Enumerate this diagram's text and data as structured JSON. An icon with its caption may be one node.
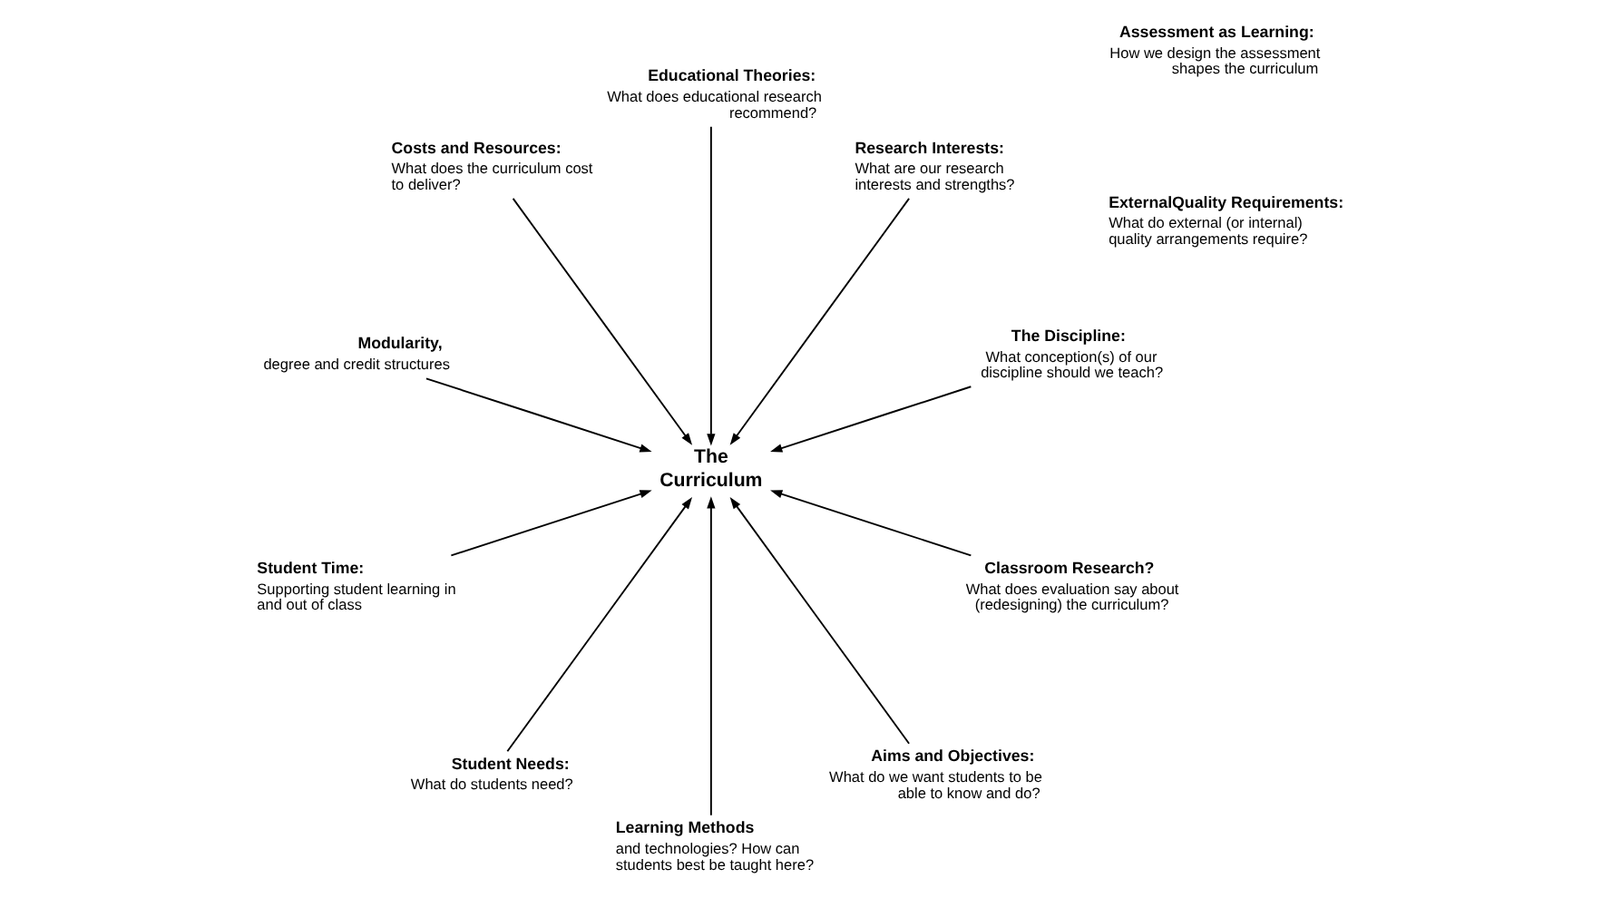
{
  "diagram": {
    "nodes": [
      {
        "text": [
          "The Discipline:",
          "What conception(s) of our discipline should we teach?"
        ]
      },
      {
        "text": [
          "Research Interests:",
          "What are our research interests and strengths?"
        ]
      },
      {
        "text": [
          "Educational Theories:",
          "What does educational research recommend?"
        ]
      },
      {
        "text": [
          "Costs and Resources:",
          "What does the curriculum cost to deliver?"
        ]
      },
      {
        "text": [
          "Modularity,",
          "degree and credit structures"
        ]
      },
      {
        "text": [
          "The Curriculum"
        ]
      },
      {
        "text": [
          "Student Time:",
          "Supporting student learning in and out of class"
        ]
      },
      {
        "text": [
          "Student Needs:",
          "What do students need?"
        ]
      },
      {
        "text": [
          "Learning Methods",
          "and technologies? How can students best be taught here?"
        ]
      },
      {
        "text": [
          "Aims and Objectives:",
          "What do we want students to be able to know and do?"
        ]
      },
      {
        "text": [
          "ExternalQuality Requirements:",
          "What do external (or internal) quality arrangements require?"
        ]
      },
      {
        "text": [
          "Assessment as Learning:",
          "How we design the assessment shapes the curriculum"
        ]
      },
      {
        "text": [
          "Classroom Research?",
          "What does evaluation say about (redesigning) the curriculum?"
        ]
      }
    ],
    "edges": [
      {
        "from": 0,
        "to": 5,
        "arrow": "to"
      },
      {
        "from": 1,
        "to": 5,
        "arrow": "to"
      },
      {
        "from": 2,
        "to": 5,
        "arrow": "to"
      },
      {
        "from": 3,
        "to": 5,
        "arrow": "to"
      },
      {
        "from": 4,
        "to": 5,
        "arrow": "to"
      },
      {
        "from": 6,
        "to": 5,
        "arrow": "to"
      },
      {
        "from": 7,
        "to": 5,
        "arrow": "to"
      },
      {
        "from": 8,
        "to": 5,
        "arrow": "to"
      },
      {
        "from": 9,
        "to": 5,
        "arrow": "to"
      },
      {
        "from": 12,
        "to": 5,
        "arrow": "to"
      }
    ]
  }
}
